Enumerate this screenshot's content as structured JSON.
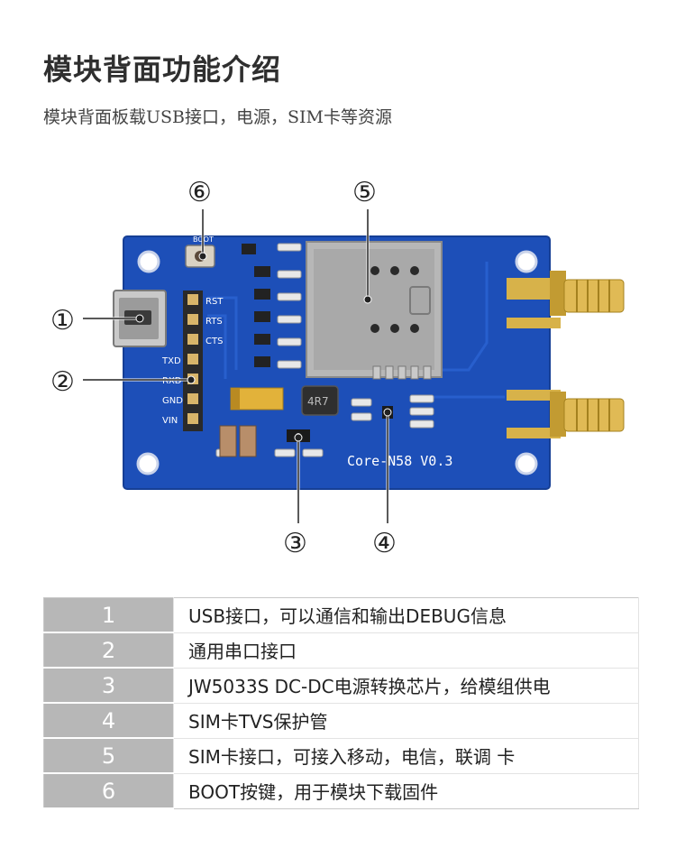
{
  "header": {
    "title": "模块背面功能介绍",
    "subtitle": "模块背面板载USB接口，电源，SIM卡等资源"
  },
  "board": {
    "pcb_color": "#1d4fb8",
    "silkscreen": {
      "version": "Core-N58 V0.3",
      "pins": [
        "RST",
        "RTS",
        "CTS",
        "TXD",
        "RXD",
        "GND",
        "VIN"
      ],
      "boot": "BOOT",
      "inductor": "4R7"
    },
    "callouts": [
      "①",
      "②",
      "③",
      "④",
      "⑤",
      "⑥"
    ]
  },
  "features": [
    {
      "index": "1",
      "text": "USB接口，可以通信和输出DEBUG信息"
    },
    {
      "index": "2",
      "text": "通用串口接口"
    },
    {
      "index": "3",
      "text": "JW5033S DC-DC电源转换芯片，给模组供电"
    },
    {
      "index": "4",
      "text": "SIM卡TVS保护管"
    },
    {
      "index": "5",
      "text": "SIM卡接口，可接入移动，电信，联调 卡"
    },
    {
      "index": "6",
      "text": "BOOT按键，用于模块下载固件"
    }
  ]
}
